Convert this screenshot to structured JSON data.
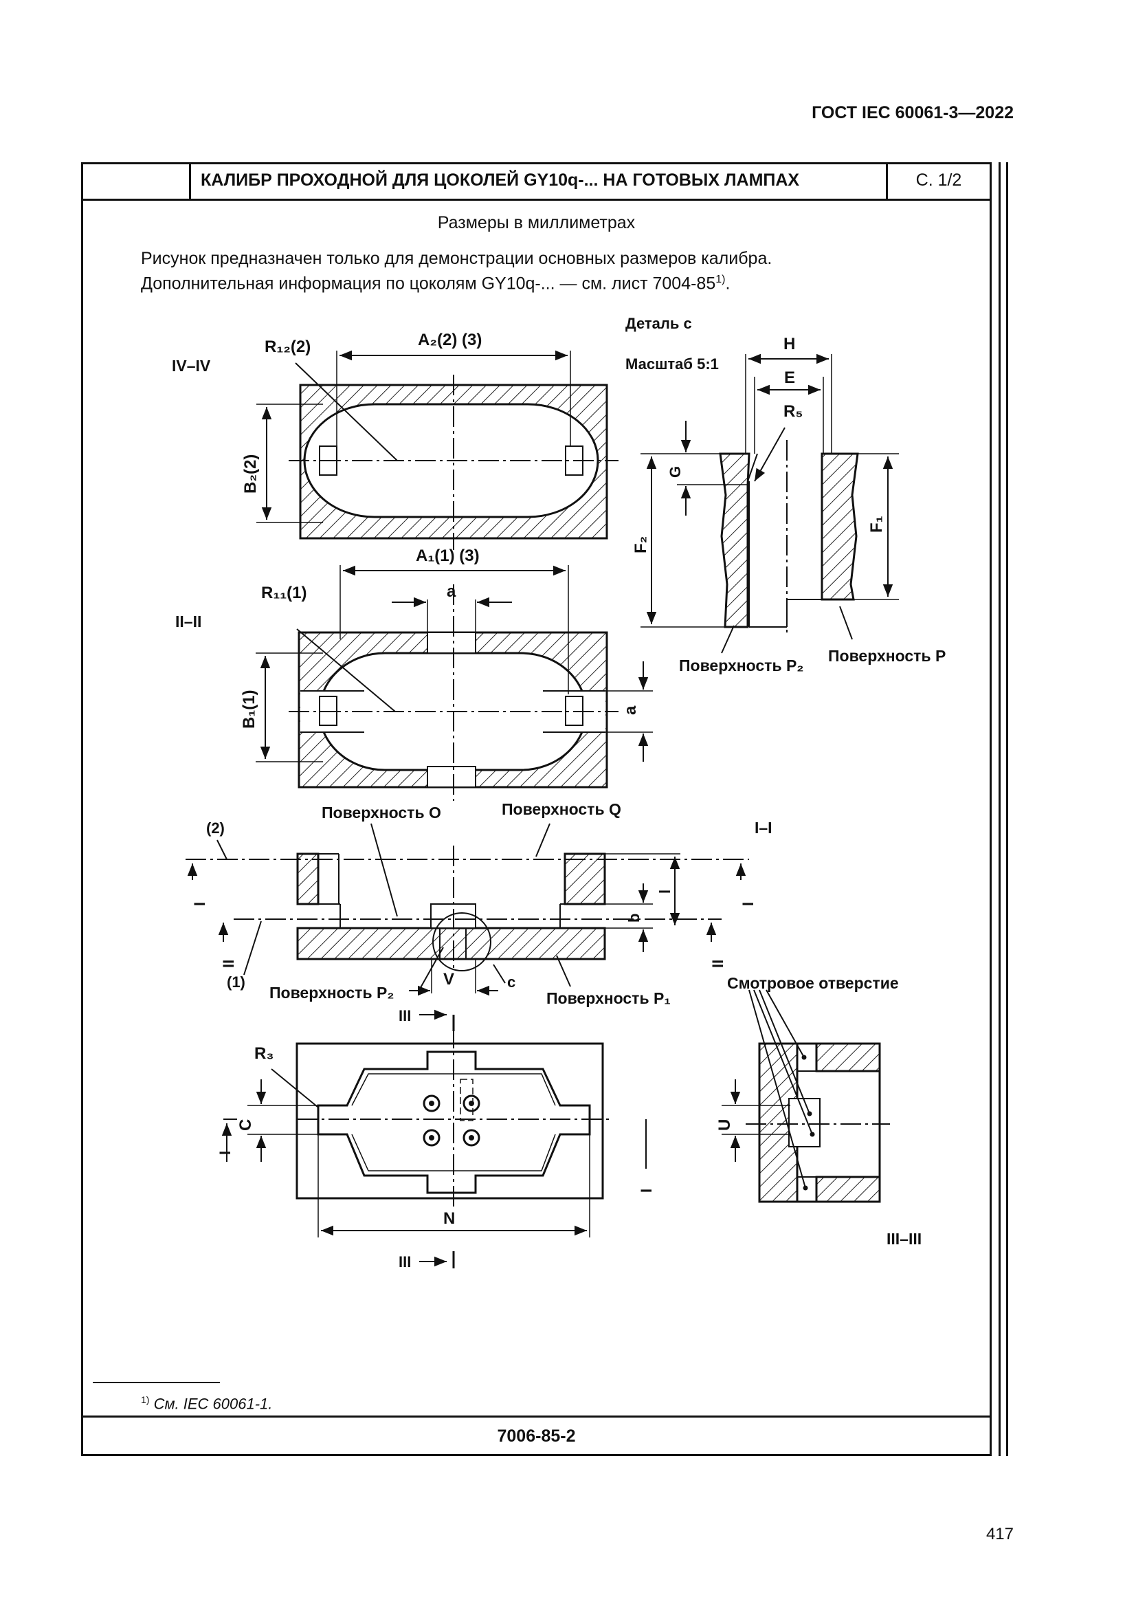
{
  "document": {
    "standard": "ГОСТ IEC 60061-3—2022",
    "title": "КАЛИБР ПРОХОДНОЙ ДЛЯ ЦОКОЛЕЙ GY10q-... НА ГОТОВЫХ ЛАМПАХ",
    "sheet": "С. 1/2",
    "units_note": "Размеры в миллиметрах",
    "note_line1": "Рисунок предназначен только для демонстрации основных размеров калибра.",
    "note_line2": "Дополнительная информация по цоколям GY10q-... — см. лист 7004-85",
    "note_ref": "1)",
    "note_end": ".",
    "footnote_mark": "1)",
    "footnote_text": "См. IEC 60061-1.",
    "sheet_code": "7006-85-2",
    "page_number": "417"
  },
  "drawing": {
    "section_iv": "IV–IV",
    "section_ii": "II–II",
    "section_i": "I–I",
    "section_iii": "III–III",
    "detail_title": "Деталь c",
    "detail_scale": "Масштаб 5:1",
    "dim_a2": "A₂(2) (3)",
    "dim_r12": "R₁₂(2)",
    "dim_b2": "B₂(2)",
    "dim_a1": "A₁(1) (3)",
    "dim_r11": "R₁₁(1)",
    "dim_b1": "B₁(1)",
    "dim_a": "a",
    "dim_h": "H",
    "dim_e": "E",
    "dim_r5": "R₅",
    "dim_g": "G",
    "dim_f1": "F₁",
    "dim_f2": "F₂",
    "dim_l": "l",
    "dim_b": "b",
    "dim_v": "V",
    "dim_c_small": "c",
    "dim_c": "C",
    "dim_n": "N",
    "dim_r3": "R₃",
    "dim_u": "U",
    "surface_p2": "Поверхность P₂",
    "surface_p": "Поверхность P",
    "surface_o": "Поверхность O",
    "surface_q": "Поверхность Q",
    "surface_p1": "Поверхность P₁",
    "viewing_hole": "Смотровое отверстие",
    "ref_1": "(1)",
    "ref_2": "(2)",
    "mark_i": "I",
    "mark_ii": "II",
    "mark_iii": "III"
  }
}
